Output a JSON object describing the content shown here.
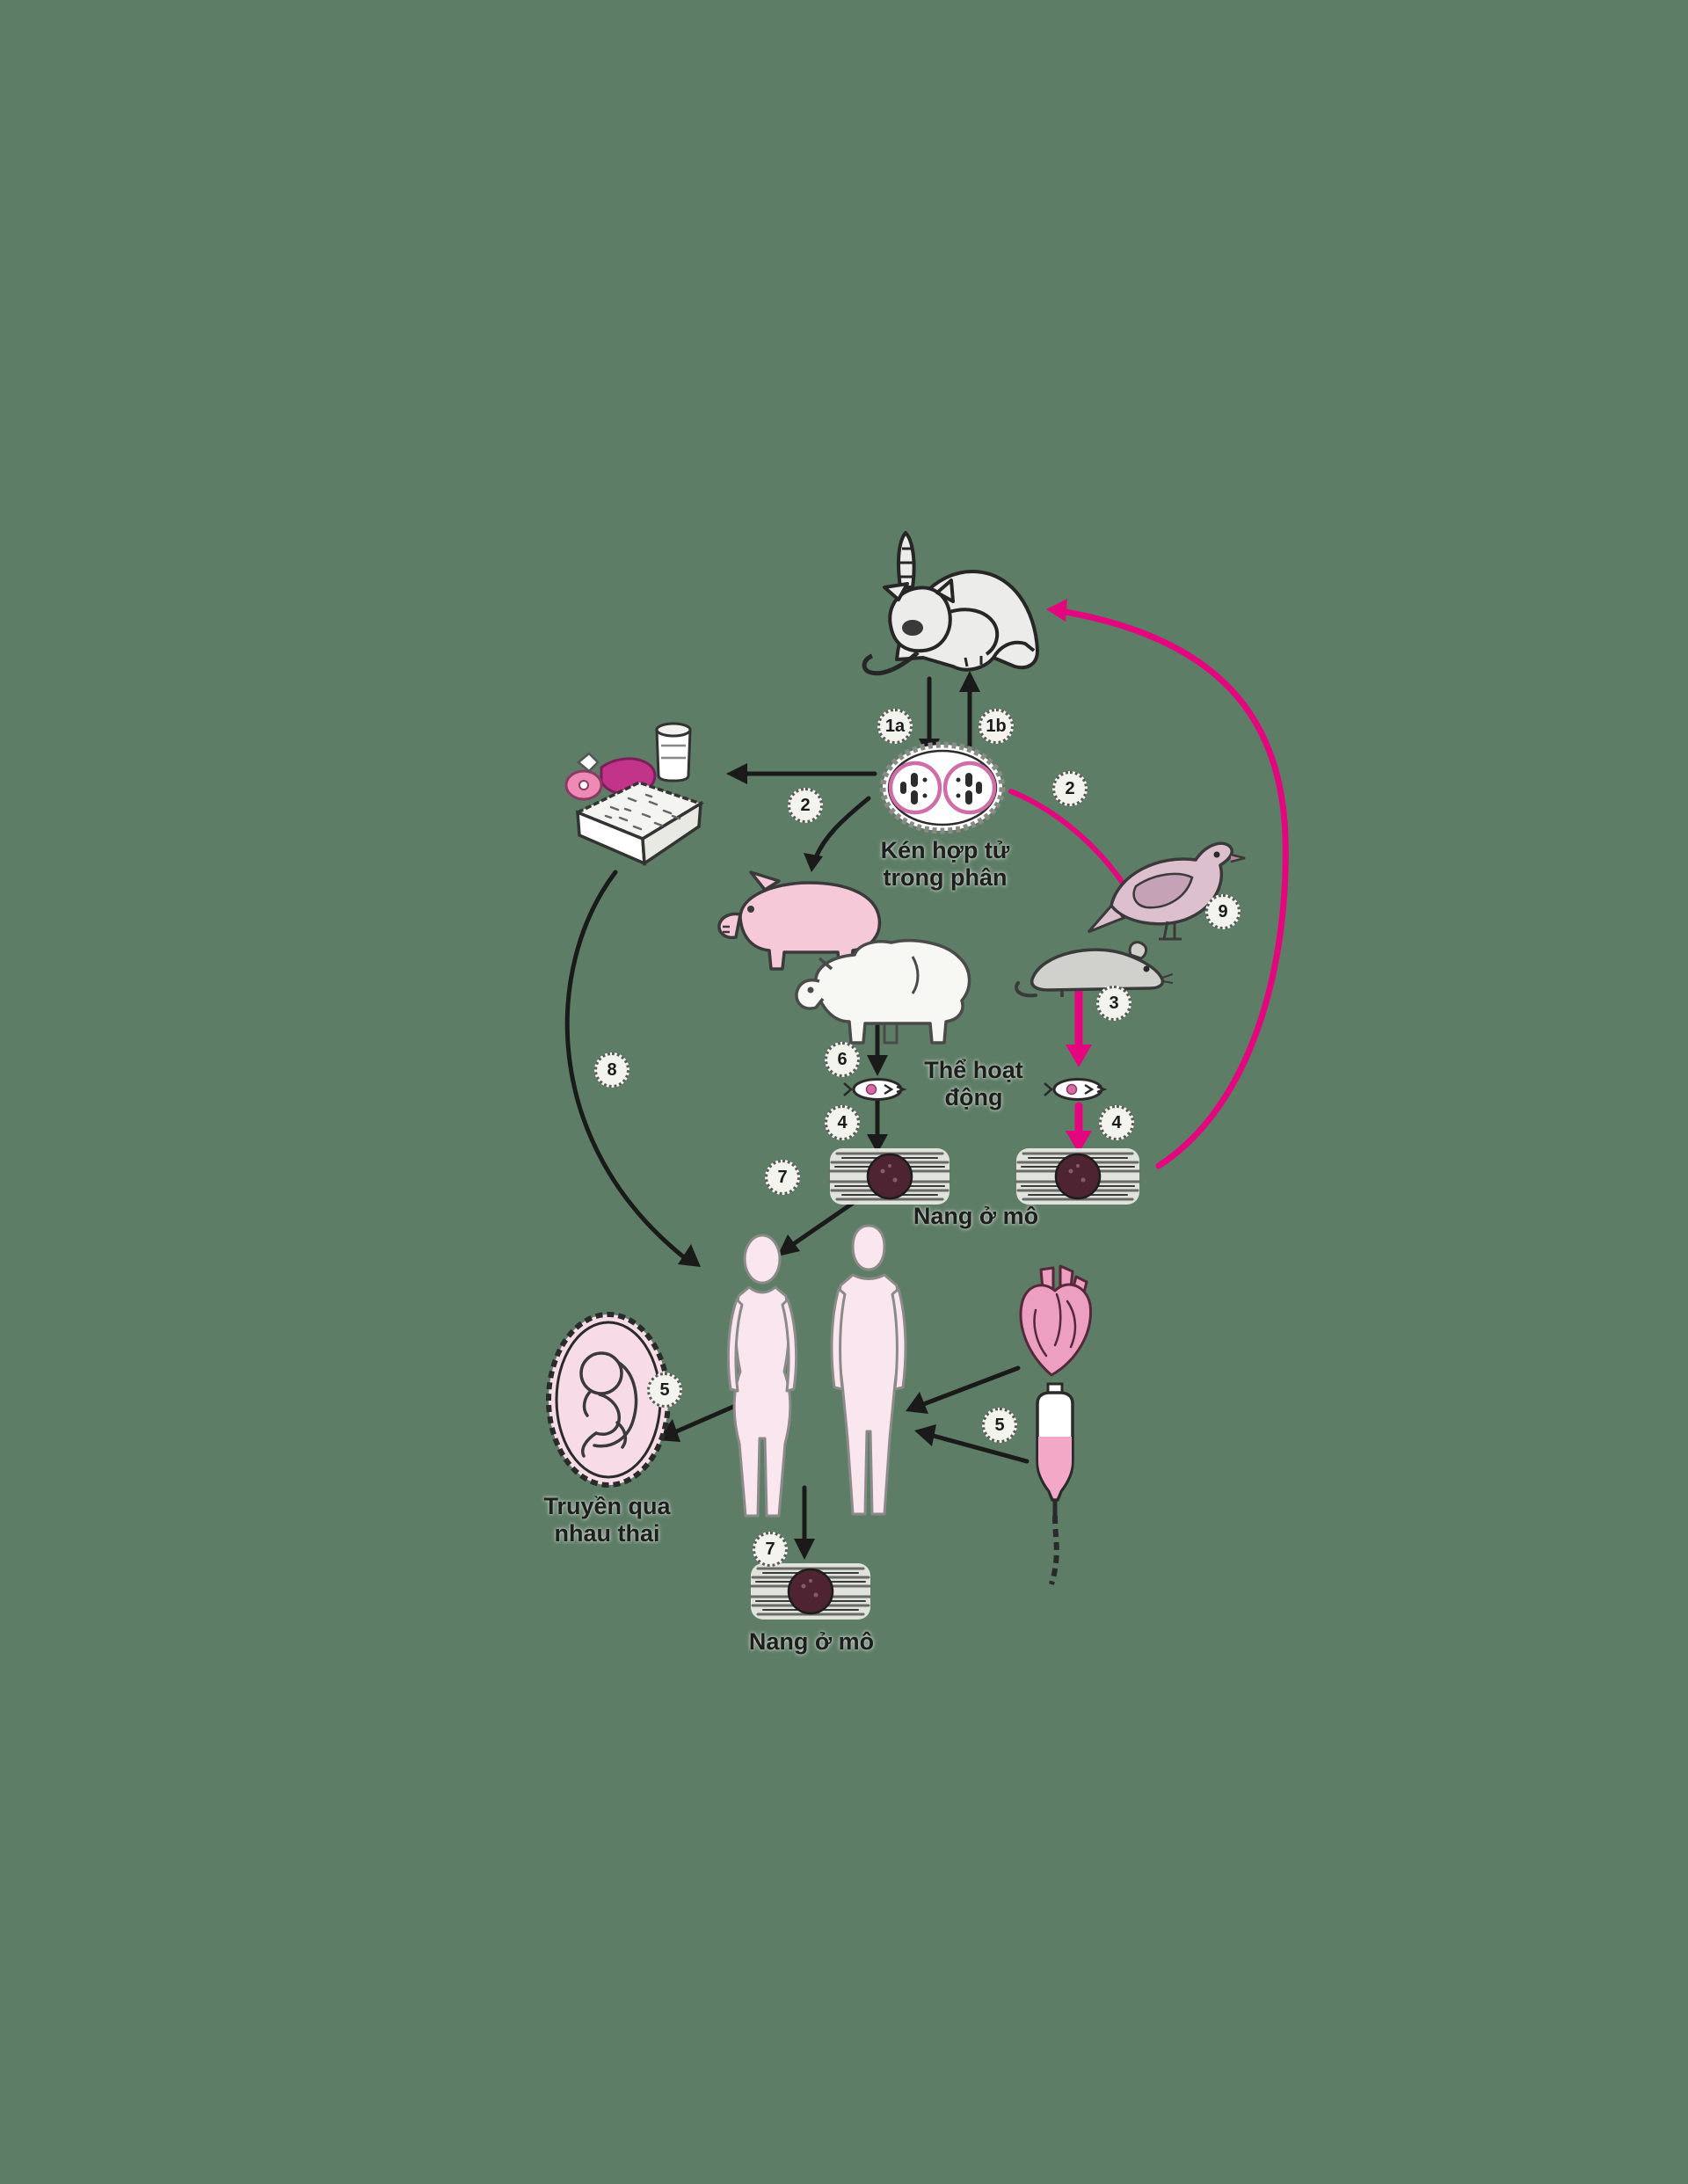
{
  "figure": {
    "subject": "Toxoplasma gondii life cycle diagram",
    "background_color": "#5e7d66",
    "arrow_black_color": "#1a1a1a",
    "arrow_pink_color": "#e4067e",
    "colors": {
      "pig": "#f6c9d9",
      "sheep": "#f7f7f4",
      "bird": "#dcc0ce",
      "rodent": "#d0d0cc",
      "cat": "#ececea",
      "human": "#f9e6ee",
      "heart": "#ec9fc0",
      "blood_bag": "#f2a8c6",
      "tissue_cyst": "#4e2433",
      "oocyst_ring": "#d06da6",
      "meat_pink": "#ef8ab5",
      "meat_magenta": "#c2338a"
    }
  },
  "labels": {
    "oocyst": {
      "line1": "Kén hợp tử",
      "line2": "trong phân"
    },
    "tachyzoite": {
      "line1": "Thể hoạt",
      "line2": "động"
    },
    "tissue_cyst_animals": "Nang ở mô",
    "placenta": {
      "line1": "Truyền qua",
      "line2": "nhau thai"
    },
    "tissue_cyst_human": "Nang ở mô"
  },
  "badges": [
    {
      "label": "1a"
    },
    {
      "label": "1b"
    },
    {
      "label": "2"
    },
    {
      "label": "2"
    },
    {
      "label": "9"
    },
    {
      "label": "8"
    },
    {
      "label": "6"
    },
    {
      "label": "4"
    },
    {
      "label": "3"
    },
    {
      "label": "4"
    },
    {
      "label": "7"
    },
    {
      "label": "5"
    },
    {
      "label": "5"
    },
    {
      "label": "7"
    }
  ],
  "icons": [
    "cat-icon",
    "oocyst-icon",
    "litter-tray-icon",
    "meat-icon",
    "can-icon",
    "pig-icon",
    "sheep-icon",
    "bird-icon",
    "rodent-icon",
    "tachyzoite-icon",
    "muscle-cyst-icon",
    "woman-icon",
    "man-icon",
    "fetus-icon",
    "heart-icon",
    "blood-bag-icon"
  ]
}
